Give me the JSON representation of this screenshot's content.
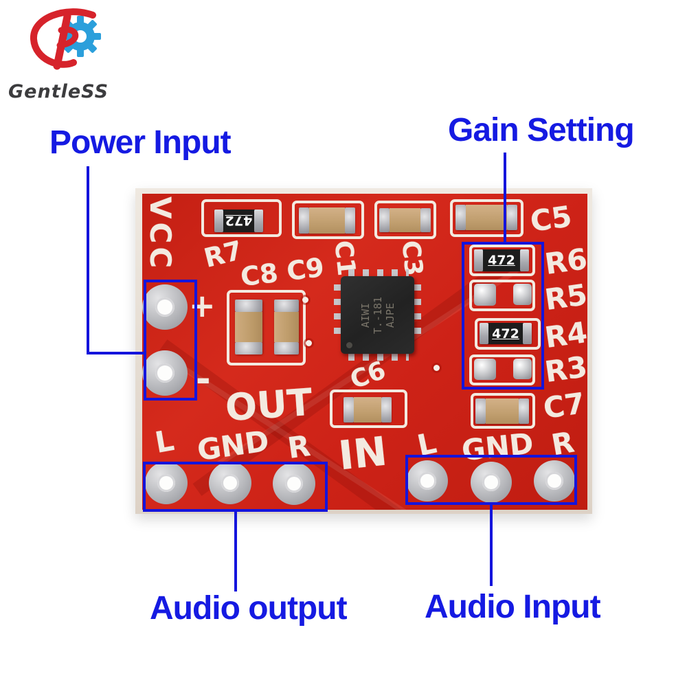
{
  "logo": {
    "brand": "GentleSS"
  },
  "callouts": {
    "power_input": "Power Input",
    "gain_setting": "Gain Setting",
    "audio_output": "Audio output",
    "audio_input": "Audio Input"
  },
  "board": {
    "silkscreen": {
      "vcc": "VCC",
      "r7": "R7",
      "c1": "C1",
      "c3": "C3",
      "c5": "C5",
      "c8c9": "C8 C9",
      "out": "OUT",
      "in": "IN",
      "c6": "C6",
      "c7": "C7",
      "r6": "R6",
      "r5": "R5",
      "r4": "R4",
      "r3": "R3",
      "plus": "+",
      "minus": "-",
      "out_l": "L",
      "out_gnd": "GND",
      "out_r": "R",
      "in_l": "L",
      "in_gnd": "GND",
      "in_r": "R"
    },
    "components": {
      "r7_value": "472",
      "r6_value": "472",
      "r4_value": "472",
      "chip_marking": "AIWI\nT.-181\nAJPE"
    },
    "colors": {
      "pcb_red": "#cd2217",
      "silkscreen_white": "#f3eae0",
      "annotation_blue": "#1414dc",
      "logo_red": "#d6232b",
      "logo_blue": "#2b9fdb",
      "brand_gray": "#3c3c3e"
    }
  }
}
